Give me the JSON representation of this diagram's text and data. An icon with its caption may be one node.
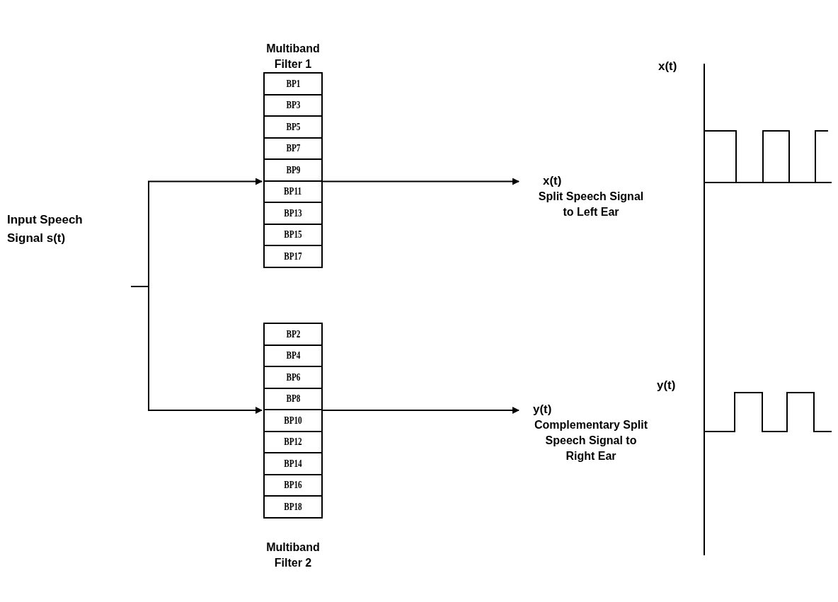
{
  "diagram": {
    "nodes": [
      {
        "text": [
          "Input Speech Signal s(t)"
        ]
      },
      {
        "text": [
          "Multiband Filter 1"
        ]
      },
      {
        "text": [
          "BP1"
        ],
        "in": 1
      },
      {
        "text": [
          "BP3"
        ],
        "in": 1
      },
      {
        "text": [
          "BP5"
        ],
        "in": 1
      },
      {
        "text": [
          "BP7"
        ],
        "in": 1
      },
      {
        "text": [
          "BP9"
        ],
        "in": 1
      },
      {
        "text": [
          "BP11"
        ],
        "in": 1
      },
      {
        "text": [
          "BP13"
        ],
        "in": 1
      },
      {
        "text": [
          "BP15"
        ],
        "in": 1
      },
      {
        "text": [
          "BP17"
        ],
        "in": 1
      },
      {
        "text": [
          "Multiband Filter 2"
        ]
      },
      {
        "text": [
          "BP2"
        ],
        "in": 11
      },
      {
        "text": [
          "BP4"
        ],
        "in": 11
      },
      {
        "text": [
          "BP6"
        ],
        "in": 11
      },
      {
        "text": [
          "BP8"
        ],
        "in": 11
      },
      {
        "text": [
          "BP10"
        ],
        "in": 11
      },
      {
        "text": [
          "BP12"
        ],
        "in": 11
      },
      {
        "text": [
          "BP14"
        ],
        "in": 11
      },
      {
        "text": [
          "BP16"
        ],
        "in": 11
      },
      {
        "text": [
          "BP18"
        ],
        "in": 11
      },
      {
        "text": [
          "x(t)",
          "Split Speech Signal to Left Ear"
        ]
      },
      {
        "text": [
          "y(t)",
          "Complementary Split Speech Signal to Right Ear"
        ]
      }
    ],
    "edges": [
      {
        "from": 0,
        "to": 1,
        "arrow": "to"
      },
      {
        "from": 0,
        "to": 11,
        "arrow": "to"
      },
      {
        "from": 1,
        "to": 21,
        "arrow": "to"
      },
      {
        "from": 11,
        "to": 22,
        "arrow": "to"
      }
    ],
    "labels": [
      "x(t)",
      "y(t)"
    ]
  }
}
